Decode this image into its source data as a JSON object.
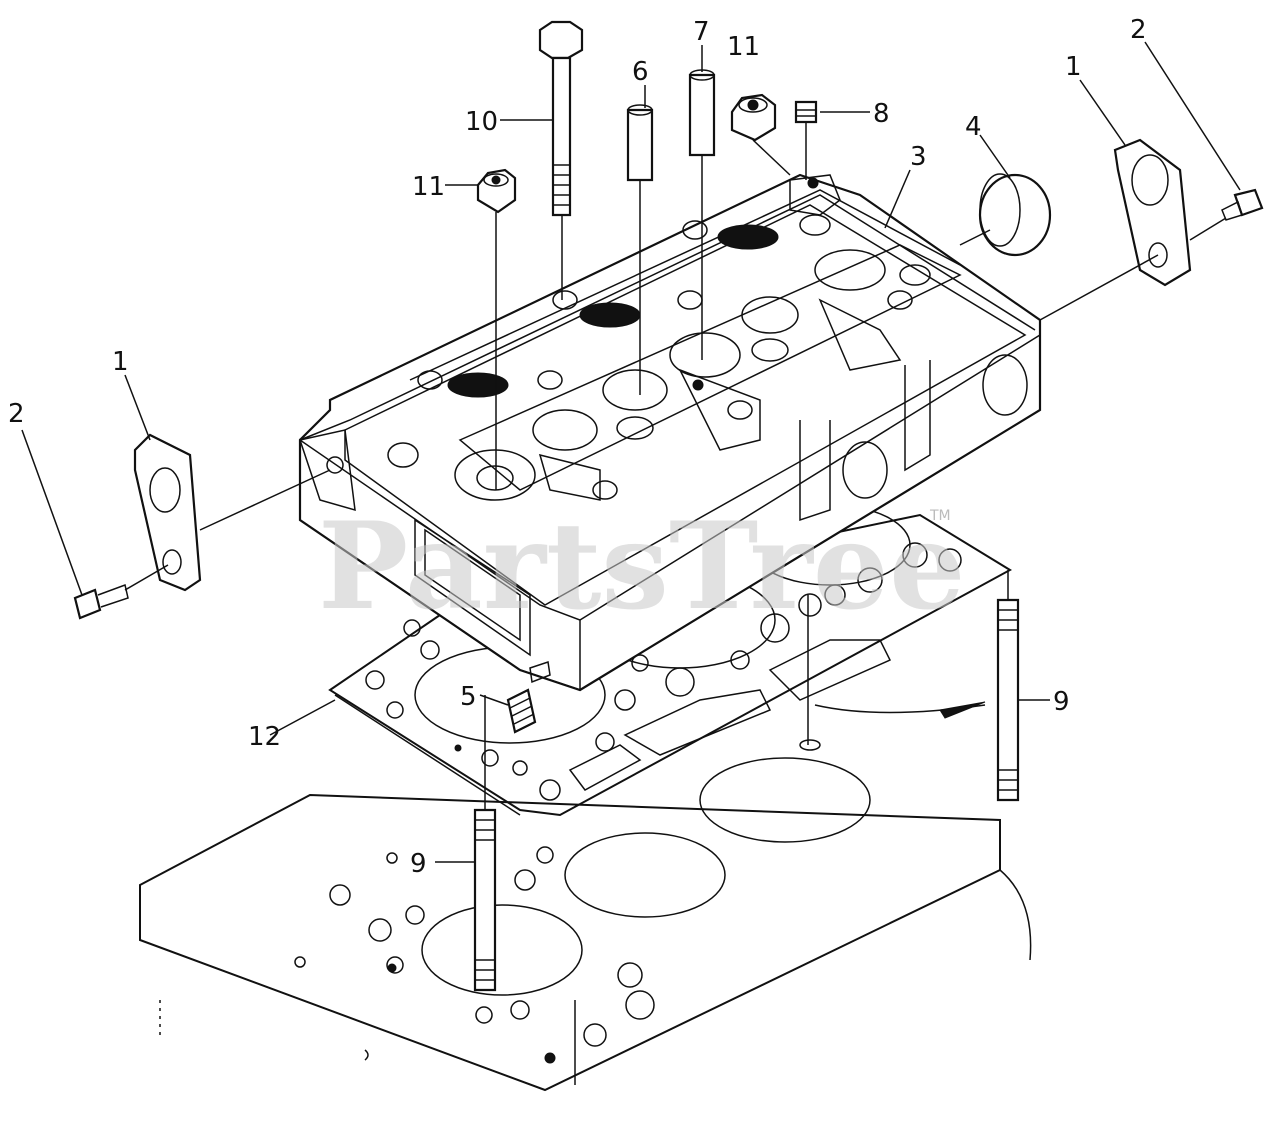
{
  "watermark": {
    "text": "PartsTree",
    "trademark": "TM"
  },
  "callouts": {
    "c1_left": "1",
    "c2_left": "2",
    "c1_right": "1",
    "c2_right": "2",
    "c3": "3",
    "c4": "4",
    "c5": "5",
    "c6": "6",
    "c7": "7",
    "c8": "8",
    "c9_right": "9",
    "c9_left": "9",
    "c10": "10",
    "c11_left": "11",
    "c11_top": "11",
    "c12": "12"
  }
}
